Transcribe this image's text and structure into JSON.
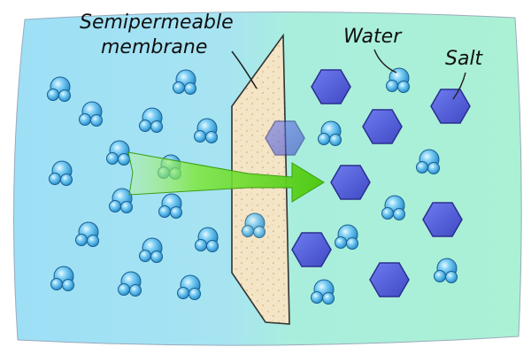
{
  "labels": {
    "membrane_line1": "Semipermeable",
    "membrane_line2": "membrane",
    "water": "Water",
    "salt": "Salt"
  },
  "colors": {
    "left_solution": "#9fe0f5",
    "right_solution": "#aaf0d6",
    "membrane_fill": "#f2e3c1",
    "membrane_dots": "#d9b98a",
    "water_molecule": "#3aa7e0",
    "salt_ion": "#5560d8",
    "arrow": "#5ad11c",
    "outline": "#333333"
  },
  "icons": {
    "water_molecule": "water-molecule-icon",
    "salt_ion": "salt-ion-icon",
    "flow_arrow": "flow-arrow-icon"
  }
}
